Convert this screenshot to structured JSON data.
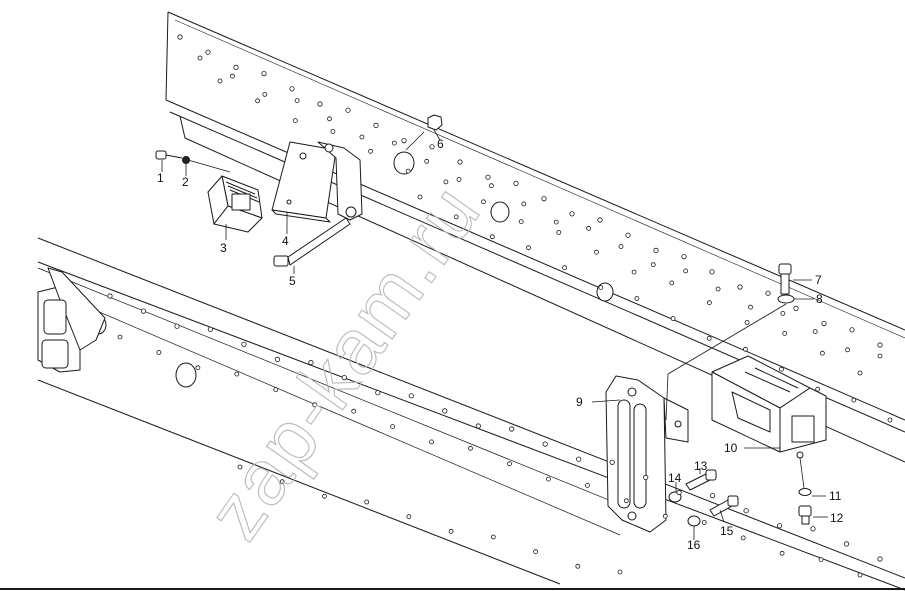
{
  "watermark": "zap-kam.ru",
  "callouts": [
    {
      "id": "1",
      "label": "1"
    },
    {
      "id": "2",
      "label": "2"
    },
    {
      "id": "3",
      "label": "3"
    },
    {
      "id": "4",
      "label": "4"
    },
    {
      "id": "5",
      "label": "5"
    },
    {
      "id": "6",
      "label": "6"
    },
    {
      "id": "7",
      "label": "7"
    },
    {
      "id": "8",
      "label": "8"
    },
    {
      "id": "9",
      "label": "9"
    },
    {
      "id": "10",
      "label": "10"
    },
    {
      "id": "11",
      "label": "11"
    },
    {
      "id": "12",
      "label": "12"
    },
    {
      "id": "13",
      "label": "13"
    },
    {
      "id": "14",
      "label": "14"
    },
    {
      "id": "15",
      "label": "15"
    },
    {
      "id": "16",
      "label": "16"
    }
  ],
  "colors": {
    "line": "#1a1a1a",
    "fill": "#ffffff",
    "watermark": "#b9b9b9"
  }
}
